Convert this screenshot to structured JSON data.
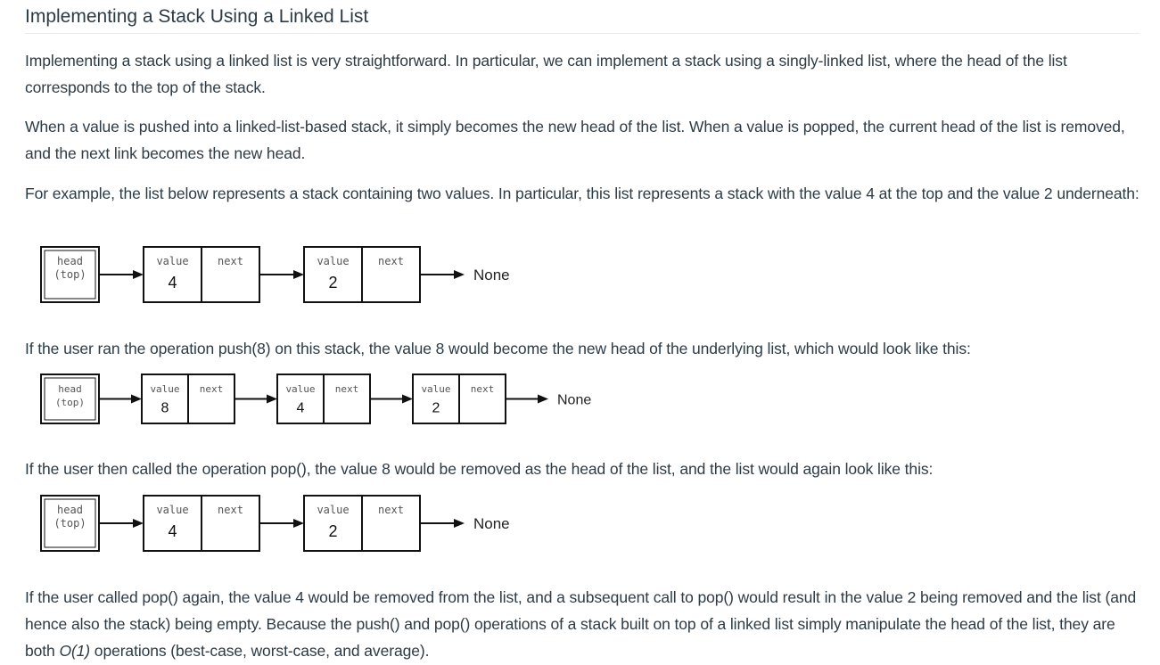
{
  "title": "Implementing a Stack Using a Linked List",
  "paragraphs": {
    "intro": "Implementing a stack using a linked list is very straightforward.  In particular, we can implement a stack using a singly-linked list, where the head of the list corresponds to the top of the stack.",
    "push_pop": "When a value is pushed into a linked-list-based stack, it simply becomes the new head of the list.  When a value is popped, the current head of the list is removed, and the next link becomes the new head.",
    "example": "For example, the list below represents a stack containing two values.  In particular, this list represents a stack with the value 4 at the top and the value 2 underneath:",
    "push_op": "If the user ran the operation push(8) on this stack, the value 8 would become the new head of the underlying list, which would look like this:",
    "pop_op": "If the user then called the operation pop(), the value 8 would be removed as the head of the list, and the list would again look like this:",
    "final_before": "If the user called pop() again, the value 4 would be removed from the list, and a subsequent call to pop() would result in the value 2 being removed and the list (and hence also the stack) being empty. Because the push() and pop() operations of a stack built on top of a linked list simply manipulate the head of the list, they are both ",
    "final_em": "O(1)",
    "final_after": " operations (best-case, worst-case, and average)."
  },
  "diagram_labels": {
    "head_line1": "head",
    "head_line2": "(top)",
    "value_label": "value",
    "next_label": "next",
    "terminal": "None"
  },
  "diagrams": [
    {
      "values": [
        "4",
        "2"
      ]
    },
    {
      "values": [
        "8",
        "4",
        "2"
      ]
    },
    {
      "values": [
        "4",
        "2"
      ]
    }
  ]
}
